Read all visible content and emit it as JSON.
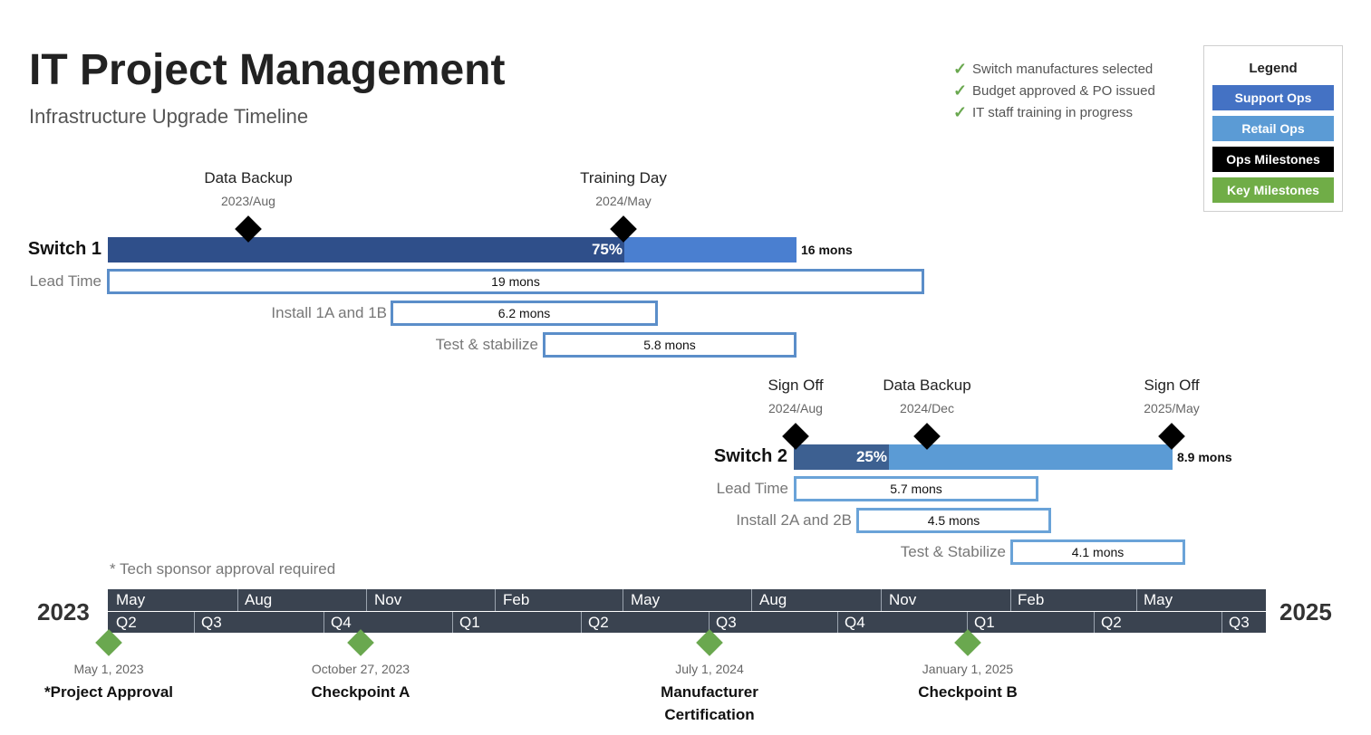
{
  "title": "IT Project Management",
  "subtitle": "Infrastructure Upgrade Timeline",
  "checklist": [
    "Switch manufactures selected",
    "Budget approved & PO issued",
    "IT staff training in progress"
  ],
  "legend": {
    "title": "Legend",
    "items": [
      {
        "label": "Support Ops",
        "color": "#4472c4"
      },
      {
        "label": "Retail Ops",
        "color": "#5b9bd5"
      },
      {
        "label": "Ops Milestones",
        "color": "#000000"
      },
      {
        "label": "Key Milestones",
        "color": "#70ad47"
      }
    ]
  },
  "chart_data": {
    "type": "gantt",
    "timeline": {
      "start_year": "2023",
      "end_year": "2025",
      "months": [
        "May",
        "Aug",
        "Nov",
        "Feb",
        "May",
        "Aug",
        "Nov",
        "Feb",
        "May"
      ],
      "quarters": [
        "Q2",
        "Q3",
        "Q4",
        "Q1",
        "Q2",
        "Q3",
        "Q4",
        "Q1",
        "Q2",
        "Q3"
      ]
    },
    "switches": [
      {
        "name": "Switch 1",
        "percent_complete": "75%",
        "duration": "16 mons",
        "milestones": [
          {
            "label": "Data Backup",
            "date": "2023/Aug"
          },
          {
            "label": "Training Day",
            "date": "2024/May"
          }
        ],
        "tasks": [
          {
            "label": "Lead Time",
            "duration": "19 mons"
          },
          {
            "label": "Install 1A and 1B",
            "duration": "6.2 mons"
          },
          {
            "label": "Test & stabilize",
            "duration": "5.8 mons"
          }
        ]
      },
      {
        "name": "Switch 2",
        "percent_complete": "25%",
        "duration": "8.9 mons",
        "milestones": [
          {
            "label": "Sign Off",
            "date": "2024/Aug"
          },
          {
            "label": "Data Backup",
            "date": "2024/Dec"
          },
          {
            "label": "Sign Off",
            "date": "2025/May"
          }
        ],
        "tasks": [
          {
            "label": "Lead Time",
            "duration": "5.7 mons"
          },
          {
            "label": "Install 2A and 2B",
            "duration": "4.5 mons"
          },
          {
            "label": "Test & Stabilize",
            "duration": "4.1 mons"
          }
        ]
      }
    ],
    "key_milestones": [
      {
        "date": "May 1, 2023",
        "label": "*Project Approval"
      },
      {
        "date": "October 27, 2023",
        "label": "Checkpoint A"
      },
      {
        "date": "July 1, 2024",
        "label": "Manufacturer Certification"
      },
      {
        "date": "January 1, 2025",
        "label": "Checkpoint B"
      }
    ],
    "note": "* Tech sponsor approval required"
  }
}
